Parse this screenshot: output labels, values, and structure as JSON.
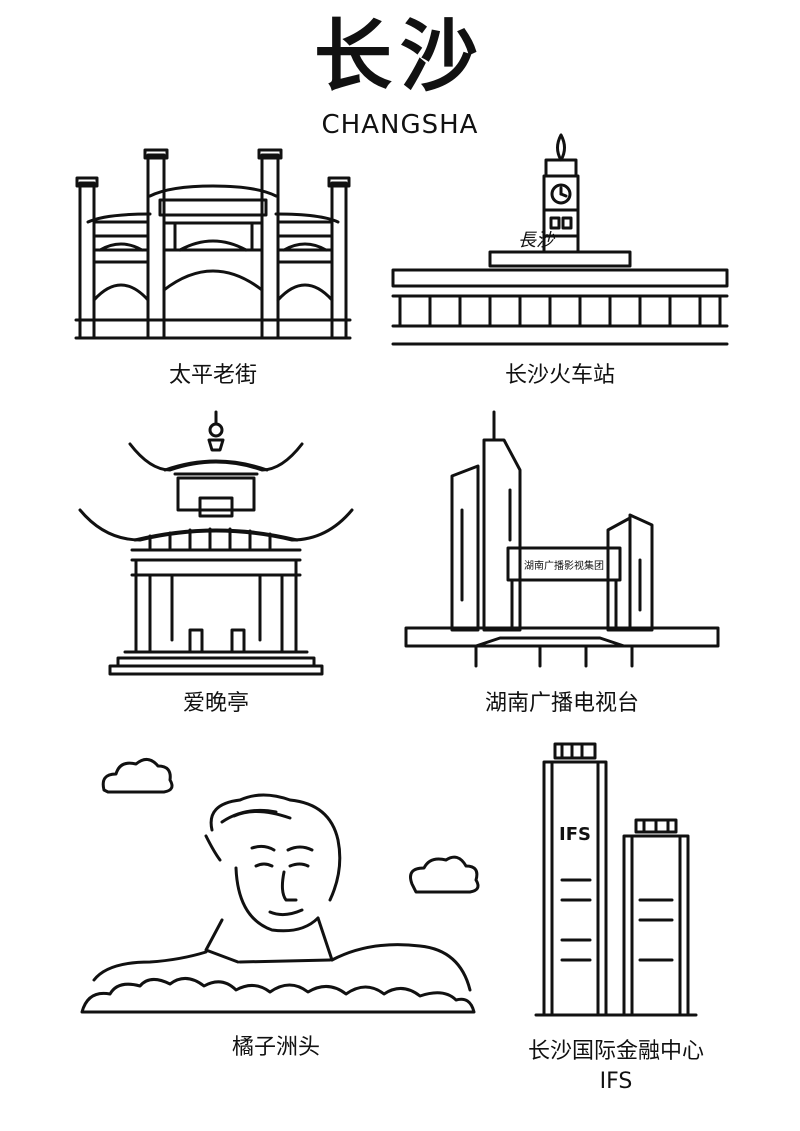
{
  "header": {
    "title": "长沙",
    "subtitle": "CHANGSHA"
  },
  "landmarks": [
    {
      "label": "太平老街"
    },
    {
      "label": "长沙火车站",
      "inscription": "長沙"
    },
    {
      "label": "爱晚亭"
    },
    {
      "label": "湖南广播电视台",
      "sign": "湖南广播影视集团"
    },
    {
      "label": "橘子洲头"
    },
    {
      "label": "长沙国际金融中心",
      "label2": "IFS",
      "tower_mark": "IFS"
    }
  ],
  "colors": {
    "ink": "#111111",
    "background": "#ffffff"
  }
}
